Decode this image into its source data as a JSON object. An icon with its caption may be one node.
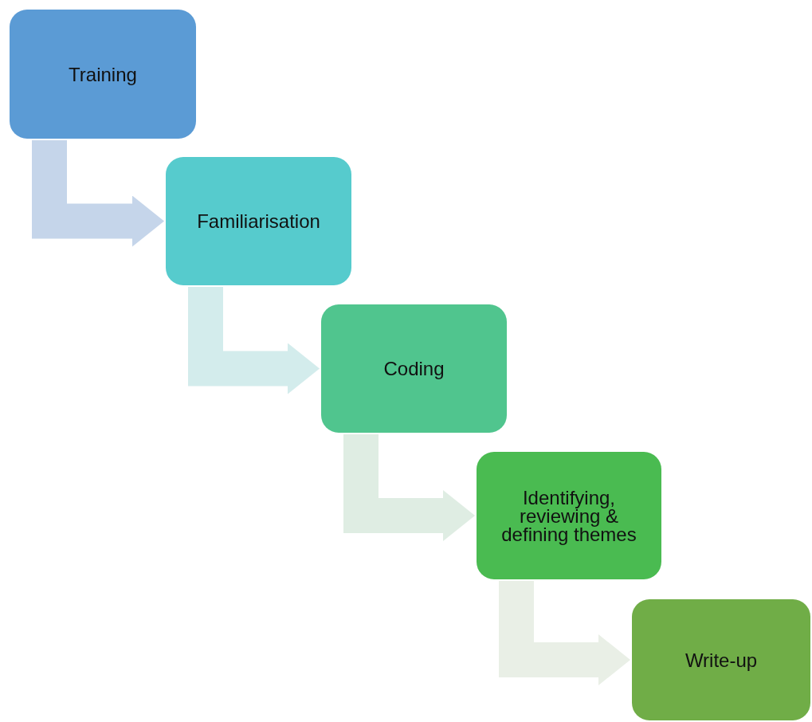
{
  "diagram": {
    "nodes": [
      {
        "text": [
          "Training"
        ]
      },
      {
        "text": [
          "Familiarisation"
        ]
      },
      {
        "text": [
          "Coding"
        ]
      },
      {
        "text": [
          "Identifying, reviewing & defining themes"
        ]
      },
      {
        "text": [
          "Write-up"
        ]
      }
    ],
    "edges": [
      {
        "from": 0,
        "to": 1,
        "arrow": "to",
        "color": "#c5d5ea"
      },
      {
        "from": 1,
        "to": 2,
        "arrow": "to",
        "color": "#d3ecec"
      },
      {
        "from": 2,
        "to": 3,
        "arrow": "to",
        "color": "#dfede3"
      },
      {
        "from": 3,
        "to": 4,
        "arrow": "to",
        "color": "#e9efe6"
      }
    ]
  }
}
